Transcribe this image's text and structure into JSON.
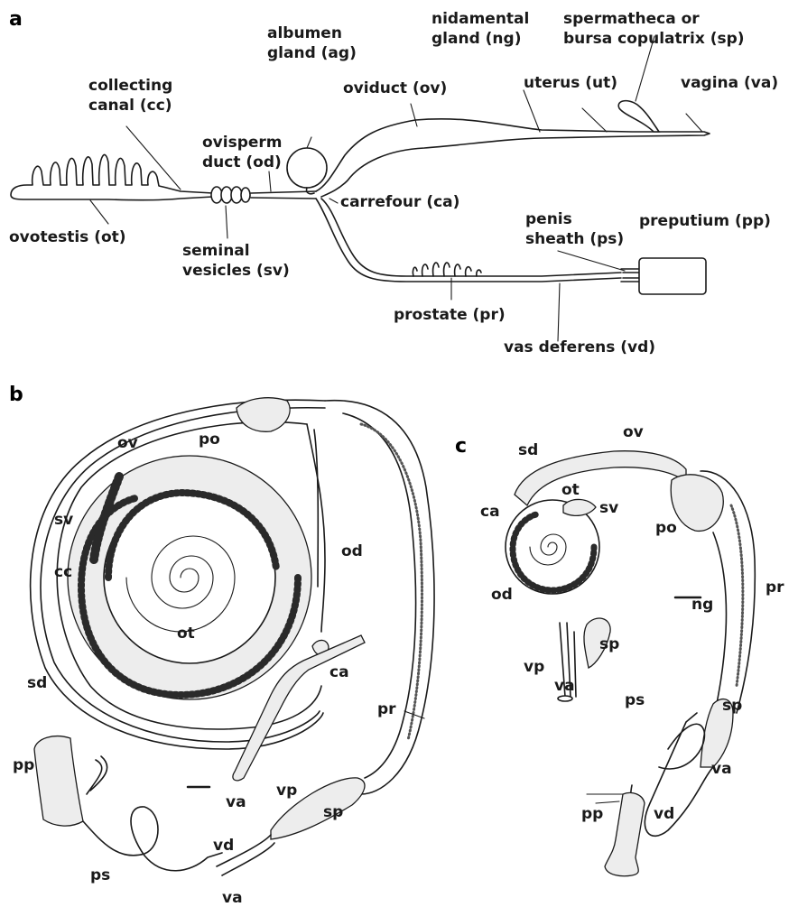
{
  "panels": {
    "a": "a",
    "b": "b",
    "c": "c"
  },
  "panel_a": {
    "ovotestis": "ovotestis (ot)",
    "collecting_1": "collecting",
    "collecting_2": "canal (cc)",
    "seminal_1": "seminal",
    "seminal_2": "vesicles (sv)",
    "ovisperm_1": "ovisperm",
    "ovisperm_2": "duct (od)",
    "albumen_1": "albumen",
    "albumen_2": "gland (ag)",
    "carrefour": "carrefour (ca)",
    "oviduct": "oviduct (ov)",
    "nidamental_1": "nidamental",
    "nidamental_2": "gland (ng)",
    "uterus": "uterus (ut)",
    "spermatheca_1": "spermatheca or",
    "spermatheca_2": "bursa copulatrix (sp)",
    "vagina": "vagina (va)",
    "penis_1": "penis",
    "penis_2": "sheath (ps)",
    "preputium": "preputium (pp)",
    "prostate": "prostate (pr)",
    "vas_deferens": "vas deferens (vd)"
  },
  "panel_b": {
    "ov": "ov",
    "po": "po",
    "sv": "sv",
    "cc": "cc",
    "od": "od",
    "ot": "ot",
    "ca": "ca",
    "sd": "sd",
    "pr": "pr",
    "pp": "pp",
    "va": "va",
    "vp": "vp",
    "sp": "sp",
    "vd": "vd",
    "ps": "ps",
    "va2": "va"
  },
  "panel_c": {
    "sd": "sd",
    "ov": "ov",
    "ot": "ot",
    "sv": "sv",
    "ca": "ca",
    "po": "po",
    "od": "od",
    "ng": "ng",
    "pr": "pr",
    "sp": "sp",
    "vp": "vp",
    "va": "va",
    "ps": "ps",
    "sp2": "sp",
    "va2": "va",
    "pp": "pp",
    "vd": "vd"
  }
}
